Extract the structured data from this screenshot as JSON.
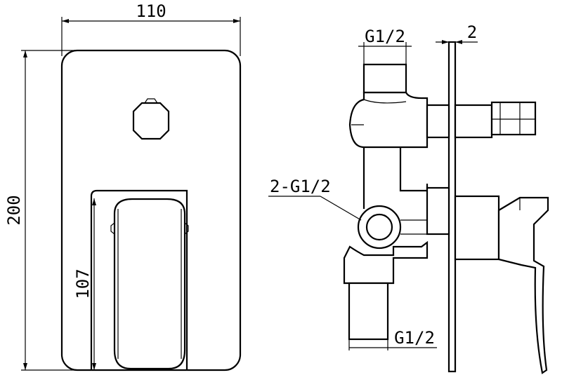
{
  "front_view": {
    "width_label": "110",
    "height_label": "200",
    "handle_height_label": "107"
  },
  "side_view": {
    "top_inlet_label": "G1/2",
    "plate_thickness_label": "2",
    "side_outlets_label": "2-G1/2",
    "bottom_outlet_label": "G1/2"
  }
}
